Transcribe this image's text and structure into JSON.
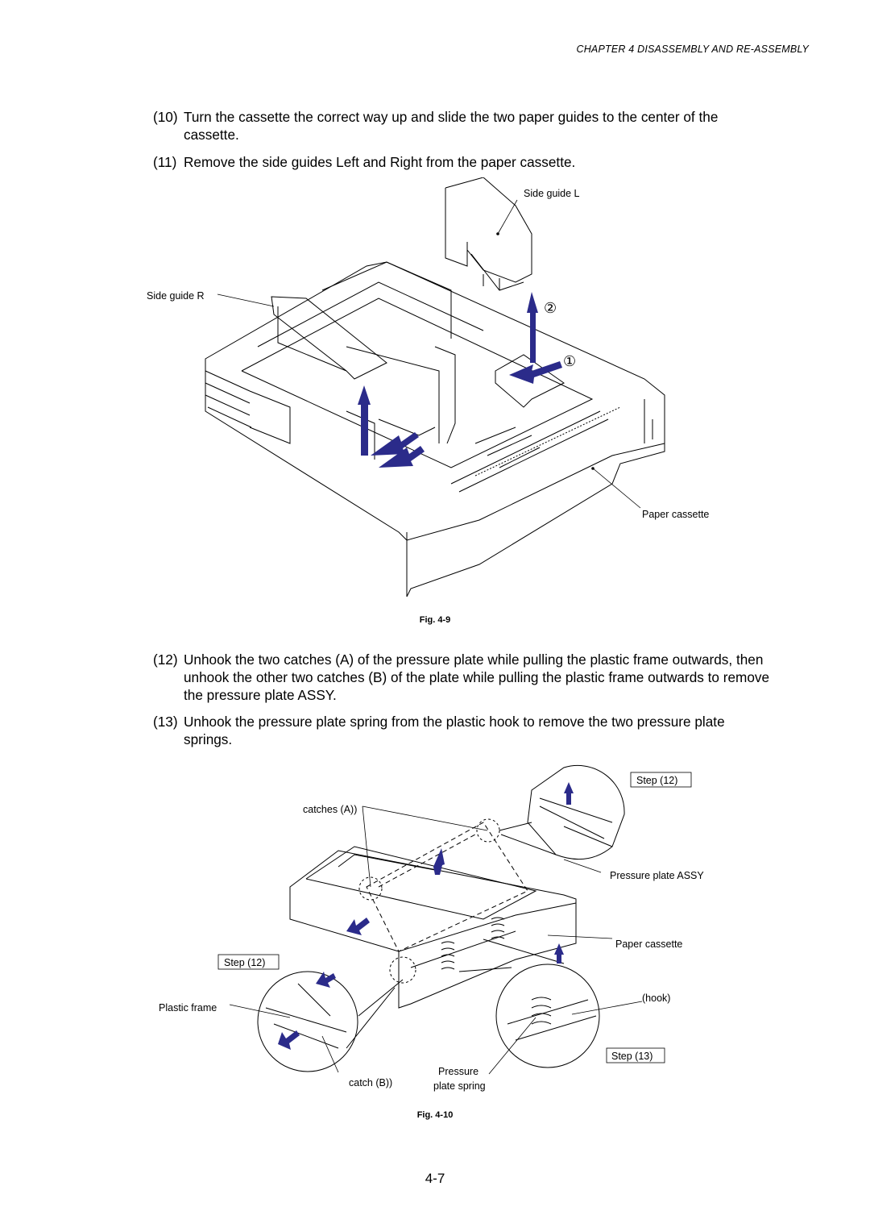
{
  "header": {
    "chapter": "CHAPTER 4  DISASSEMBLY AND RE-ASSEMBLY"
  },
  "steps": [
    {
      "num": "(10)",
      "text": "Turn the cassette the correct way up and slide the two paper guides to the center of the cassette."
    },
    {
      "num": "(11)",
      "text": "Remove the side guides Left and Right from the paper cassette."
    },
    {
      "num": "(12)",
      "text": "Unhook the two catches (A) of the pressure plate while pulling the plastic frame outwards, then unhook the other two catches (B) of the plate while pulling the plastic frame outwards to remove the pressure plate ASSY."
    },
    {
      "num": "(13)",
      "text": "Unhook the pressure plate spring from the plastic hook to remove the two pressure plate springs."
    }
  ],
  "figure1": {
    "caption": "Fig. 4-9",
    "labels": {
      "side_guide_l": "Side guide L",
      "side_guide_r": "Side guide R",
      "paper_cassette": "Paper cassette",
      "marker_1": "①",
      "marker_2": "②"
    }
  },
  "figure2": {
    "caption": "Fig. 4-10",
    "labels": {
      "step12_top": "Step (12)",
      "catches_a": "catches (A))",
      "pressure_plate_assy": "Pressure plate ASSY",
      "paper_cassette": "Paper cassette",
      "step12_left": "Step (12)",
      "plastic_frame": "Plastic frame",
      "hook": "(hook)",
      "step13": "Step (13)",
      "pressure": "Pressure",
      "plate_spring": "plate spring",
      "catch_b": "catch (B))"
    }
  },
  "page_number": "4-7",
  "colors": {
    "arrow": "#2b2b8a",
    "line": "#000000"
  }
}
